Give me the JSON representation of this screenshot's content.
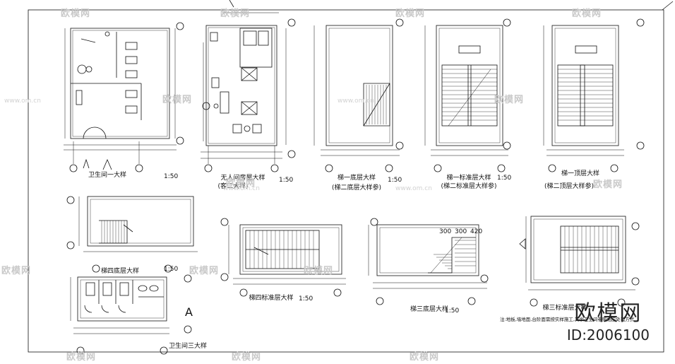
{
  "drawing": {
    "titles": {
      "restroom1": "卫生间一大样",
      "family_room": "无人间房屋大样",
      "family_room_sub": "(客二大样)",
      "stair1_base": "梯一底层大样",
      "stair1_base_sub": "(梯二底层大样参)",
      "stair1_std": "梯一标准层大样",
      "stair1_std_sub": "(梯二标准层大样参)",
      "stair1_top": "梯一顶层大样",
      "stair1_top_sub": "(梯二顶层大样参)",
      "stair4_base": "梯四底层大样",
      "stair4_std": "梯四标准层大样",
      "stair3_base": "梯三底层大样",
      "stair3_std": "梯三标准层大样",
      "restroom3": "卫生间三大样"
    },
    "scales": [
      "1:50",
      "1:50",
      "1:50",
      "1:50",
      "1:50",
      "1:50",
      "1:50"
    ],
    "axis_marker": "A",
    "section_marker": "A",
    "dims": {
      "d300a": "300",
      "d300b": "300",
      "d420": "420"
    },
    "note": "注:地板,墙地面,台阶面需按实样施工,其余卫生间参照相应处理方式"
  },
  "watermark": {
    "brand": "欧模网",
    "url": "www.om.cn",
    "id": "ID:2006100"
  }
}
